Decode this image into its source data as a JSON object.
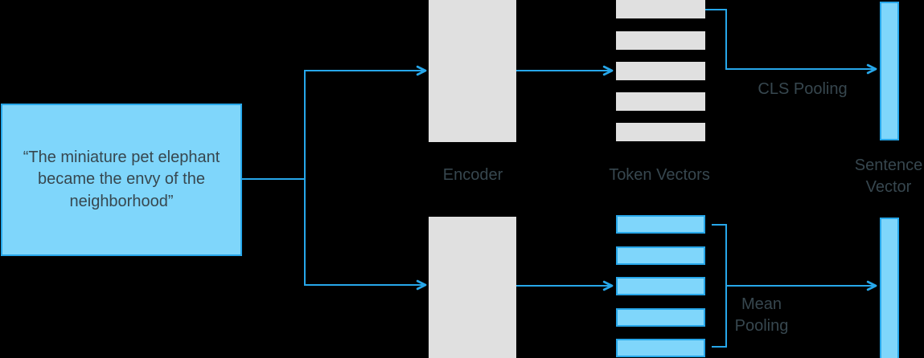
{
  "colors": {
    "accent": "#27A7EA",
    "light_blue_fill": "#7FD6FB",
    "gray_fill": "#E0E0E0",
    "label_text": "#37474F",
    "background": "#000000"
  },
  "input": {
    "sentence": "“The miniature pet elephant became the envy of the neighborhood”"
  },
  "labels": {
    "encoder": "Encoder",
    "token_vectors": "Token Vectors",
    "sentence_vector": "Sentence Vector",
    "cls_pooling": "CLS Pooling",
    "mean_pooling": "Mean Pooling"
  },
  "token_vectors": {
    "top_count": 5,
    "bottom_count": 5
  }
}
